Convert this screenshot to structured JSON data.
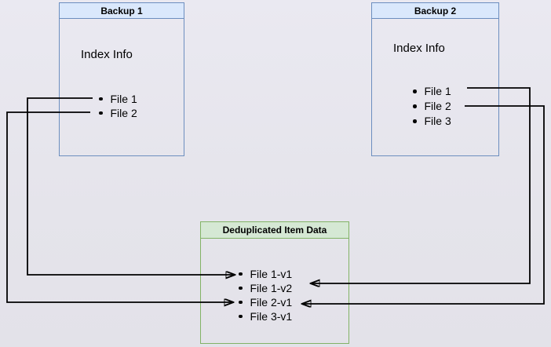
{
  "diagram": {
    "background_color": "#e5e4eb",
    "arrow_color": "#000000",
    "boxes": [
      {
        "id": "backup1",
        "title": "Backup 1",
        "body_label": "Index Info",
        "items": [
          "File 1",
          "File 2"
        ],
        "header_fill": "#dae8fc",
        "border_color": "#6c8ebf"
      },
      {
        "id": "backup2",
        "title": "Backup 2",
        "body_label": "Index Info",
        "items": [
          "File 1",
          "File 2",
          "File 3"
        ],
        "header_fill": "#dae8fc",
        "border_color": "#6c8ebf"
      },
      {
        "id": "deduplicated-item-data",
        "title": "Deduplicated Item Data",
        "items": [
          "File 1-v1",
          "File 1-v2",
          "File 2-v1",
          "File 3-v1"
        ],
        "header_fill": "#d5e8d4",
        "border_color": "#82b366"
      }
    ],
    "edges": [
      {
        "from": "Backup 1 / File 1",
        "to": "File 1-v1"
      },
      {
        "from": "Backup 1 / File 2",
        "to": "File 2-v1"
      },
      {
        "from": "Backup 2 / File 1",
        "to": "File 1-v2"
      },
      {
        "from": "Backup 2 / File 2",
        "to": "File 2-v1"
      }
    ]
  }
}
